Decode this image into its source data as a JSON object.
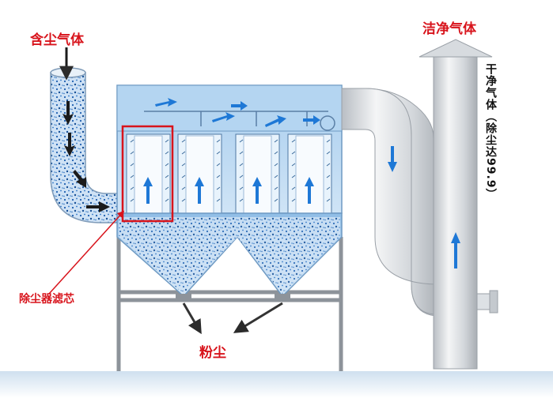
{
  "labels": {
    "dusty_gas": "含尘气体",
    "clean_gas": "洁净气体",
    "clean_gas_vertical": "干净气体（除尘达99.9）",
    "filter_cartridge": "除尘器滤芯",
    "dust": "粉尘"
  },
  "colors": {
    "label_red": "#d8141c",
    "label_black": "#111111",
    "housing_blue": "#9cc6ea",
    "dust_blue": "#1d5fb0",
    "pipe_gray": "#d4d8dc",
    "highlight_red": "#d8141c",
    "arrow_blue": "#1e78d6"
  },
  "icons": [
    "flow-arrow-icon",
    "pointer-arrow-icon"
  ]
}
